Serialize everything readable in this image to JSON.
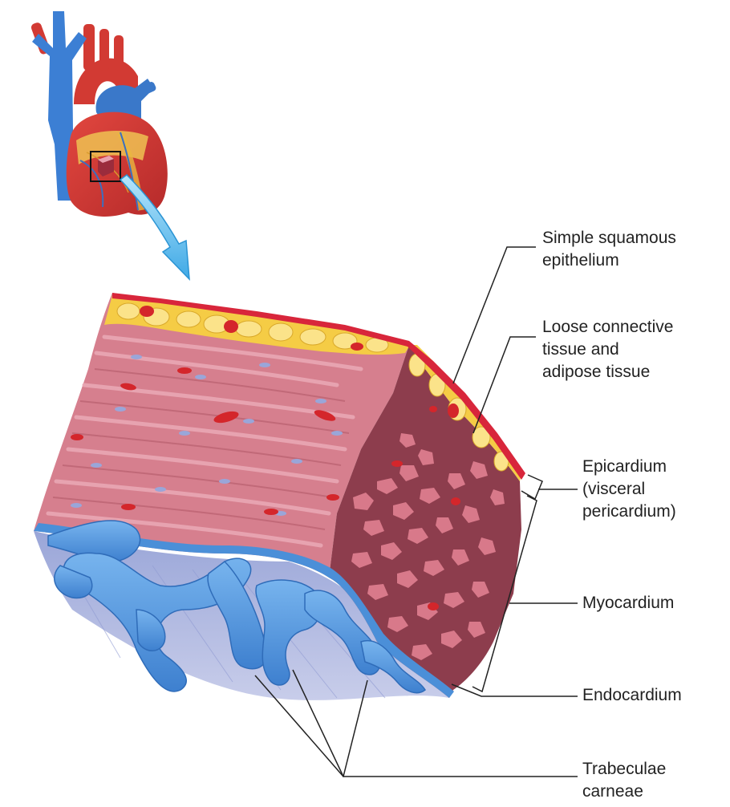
{
  "labels": {
    "simple_squamous": [
      "Simple squamous",
      "epithelium"
    ],
    "loose_connective": [
      "Loose connective",
      "tissue and",
      "adipose tissue"
    ],
    "epicardium": [
      "Epicardium",
      "(visceral",
      "pericardium)"
    ],
    "myocardium": [
      "Myocardium"
    ],
    "endocardium": [
      "Endocardium"
    ],
    "trabeculae": [
      "Trabeculae",
      "carneae"
    ]
  },
  "colors": {
    "vein_blue": "#3f7fd0",
    "artery_red": "#d22f2a",
    "adipose_yellow": "#f6cd45",
    "myocardium_pink": "#d27a8a",
    "section_maroon": "#8a3a4a",
    "endocardium_blue": "#4f95dc",
    "callout_line": "#222222",
    "arrow_cyan": "#54b9ec"
  }
}
